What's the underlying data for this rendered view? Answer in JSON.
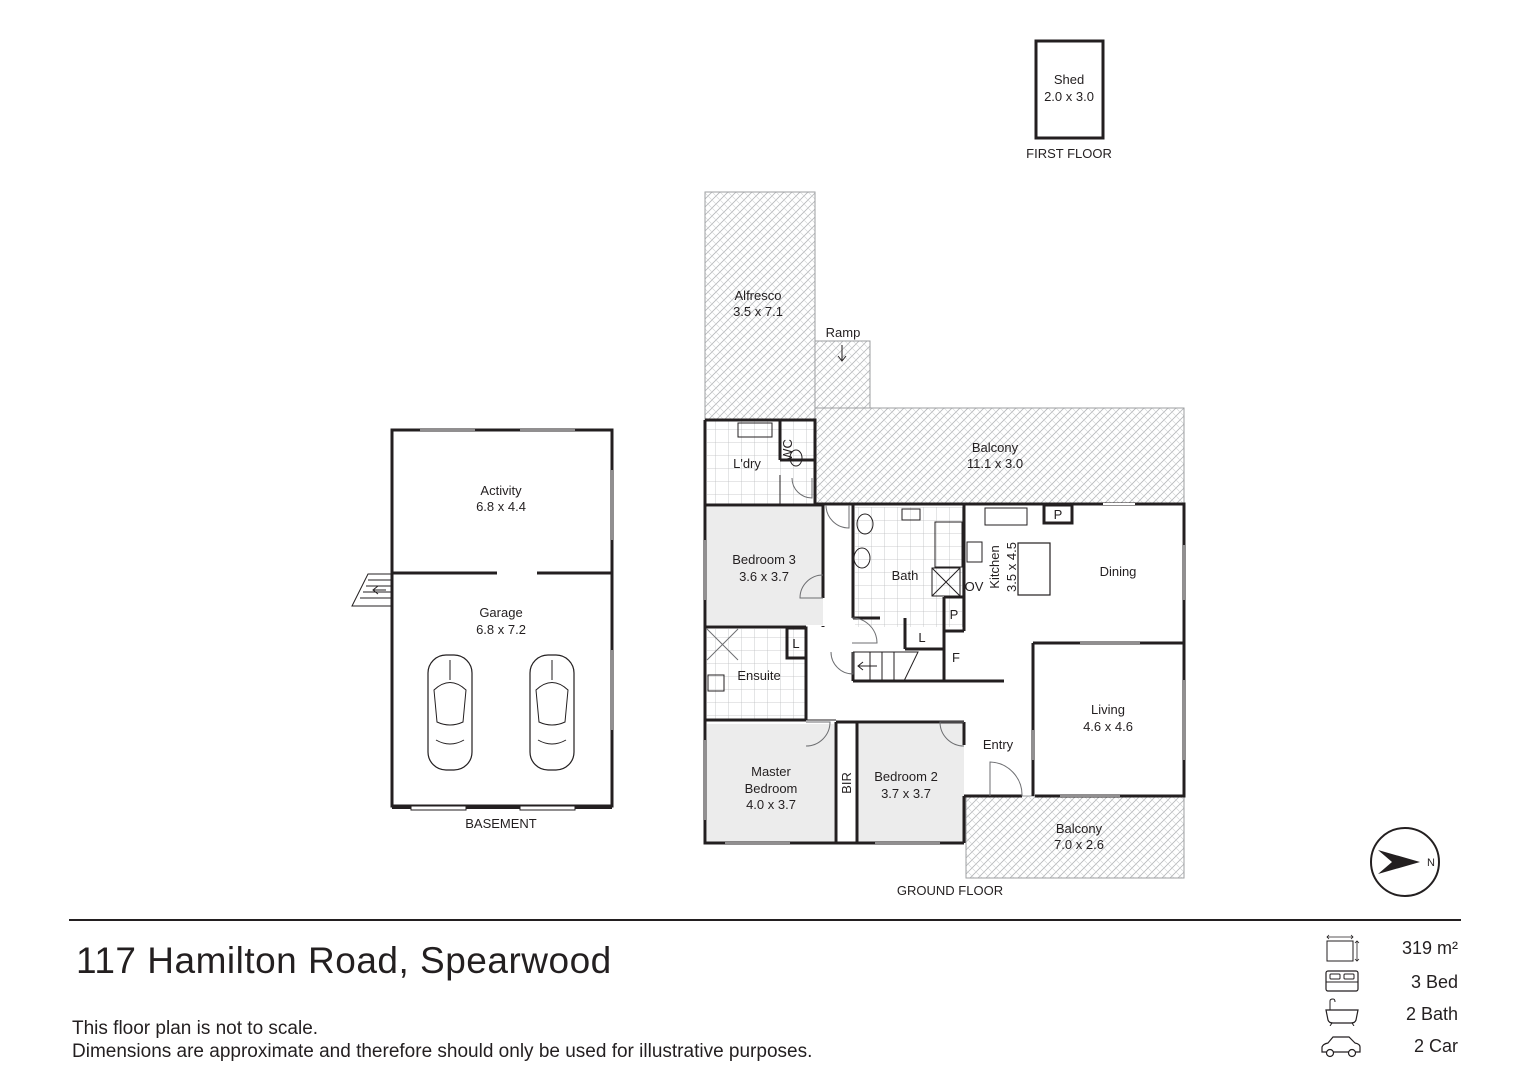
{
  "property": {
    "address": "117 Hamilton Road, Spearwood"
  },
  "disclaimer": {
    "line1": "This floor plan is not to scale.",
    "line2": "Dimensions are approximate and therefore should only be used for illustrative purposes."
  },
  "stats": [
    {
      "icon": "floor-area-icon",
      "value": "319 m²"
    },
    {
      "icon": "bed-icon",
      "value": "3 Bed"
    },
    {
      "icon": "bath-icon",
      "value": "2 Bath"
    },
    {
      "icon": "car-icon",
      "value": "2 Car"
    }
  ],
  "floors": {
    "first": "FIRST FLOOR",
    "ground": "GROUND FLOOR",
    "basement": "BASEMENT"
  },
  "rooms": {
    "shed": {
      "name": "Shed",
      "dims": "2.0 x 3.0"
    },
    "alfresco": {
      "name": "Alfresco",
      "dims": "3.5 x 7.1"
    },
    "ramp": {
      "name": "Ramp"
    },
    "balcony_top": {
      "name": "Balcony",
      "dims": "11.1 x 3.0"
    },
    "laundry": {
      "name": "L'dry"
    },
    "wc": {
      "name": "WC"
    },
    "bedroom3": {
      "name": "Bedroom 3",
      "dims": "3.6 x 3.7"
    },
    "bath": {
      "name": "Bath"
    },
    "kitchen": {
      "name": "Kitchen",
      "dims": "3.5 x 4.5"
    },
    "dining": {
      "name": "Dining"
    },
    "ensuite": {
      "name": "Ensuite"
    },
    "living": {
      "name": "Living",
      "dims": "4.6 x 4.6"
    },
    "entry": {
      "name": "Entry"
    },
    "master": {
      "name1": "Master",
      "name2": "Bedroom",
      "dims": "4.0 x 3.7"
    },
    "bir": {
      "name": "BIR"
    },
    "bedroom2": {
      "name": "Bedroom 2",
      "dims": "3.7 x 3.7"
    },
    "balcony_front": {
      "name": "Balcony",
      "dims": "7.0 x 2.6"
    },
    "activity": {
      "name": "Activity",
      "dims": "6.8 x 4.4"
    },
    "garage": {
      "name": "Garage",
      "dims": "6.8 x 7.2"
    }
  },
  "fixtures": {
    "pantry1": "P",
    "pantry2": "P",
    "linen1": "L",
    "linen2": "L",
    "oven": "OV",
    "fridge": "F"
  },
  "compass": {
    "north": "N"
  },
  "colors": {
    "wall": "#231f20",
    "hatch": "#9d9fa2",
    "room_shade": "#ececec"
  }
}
